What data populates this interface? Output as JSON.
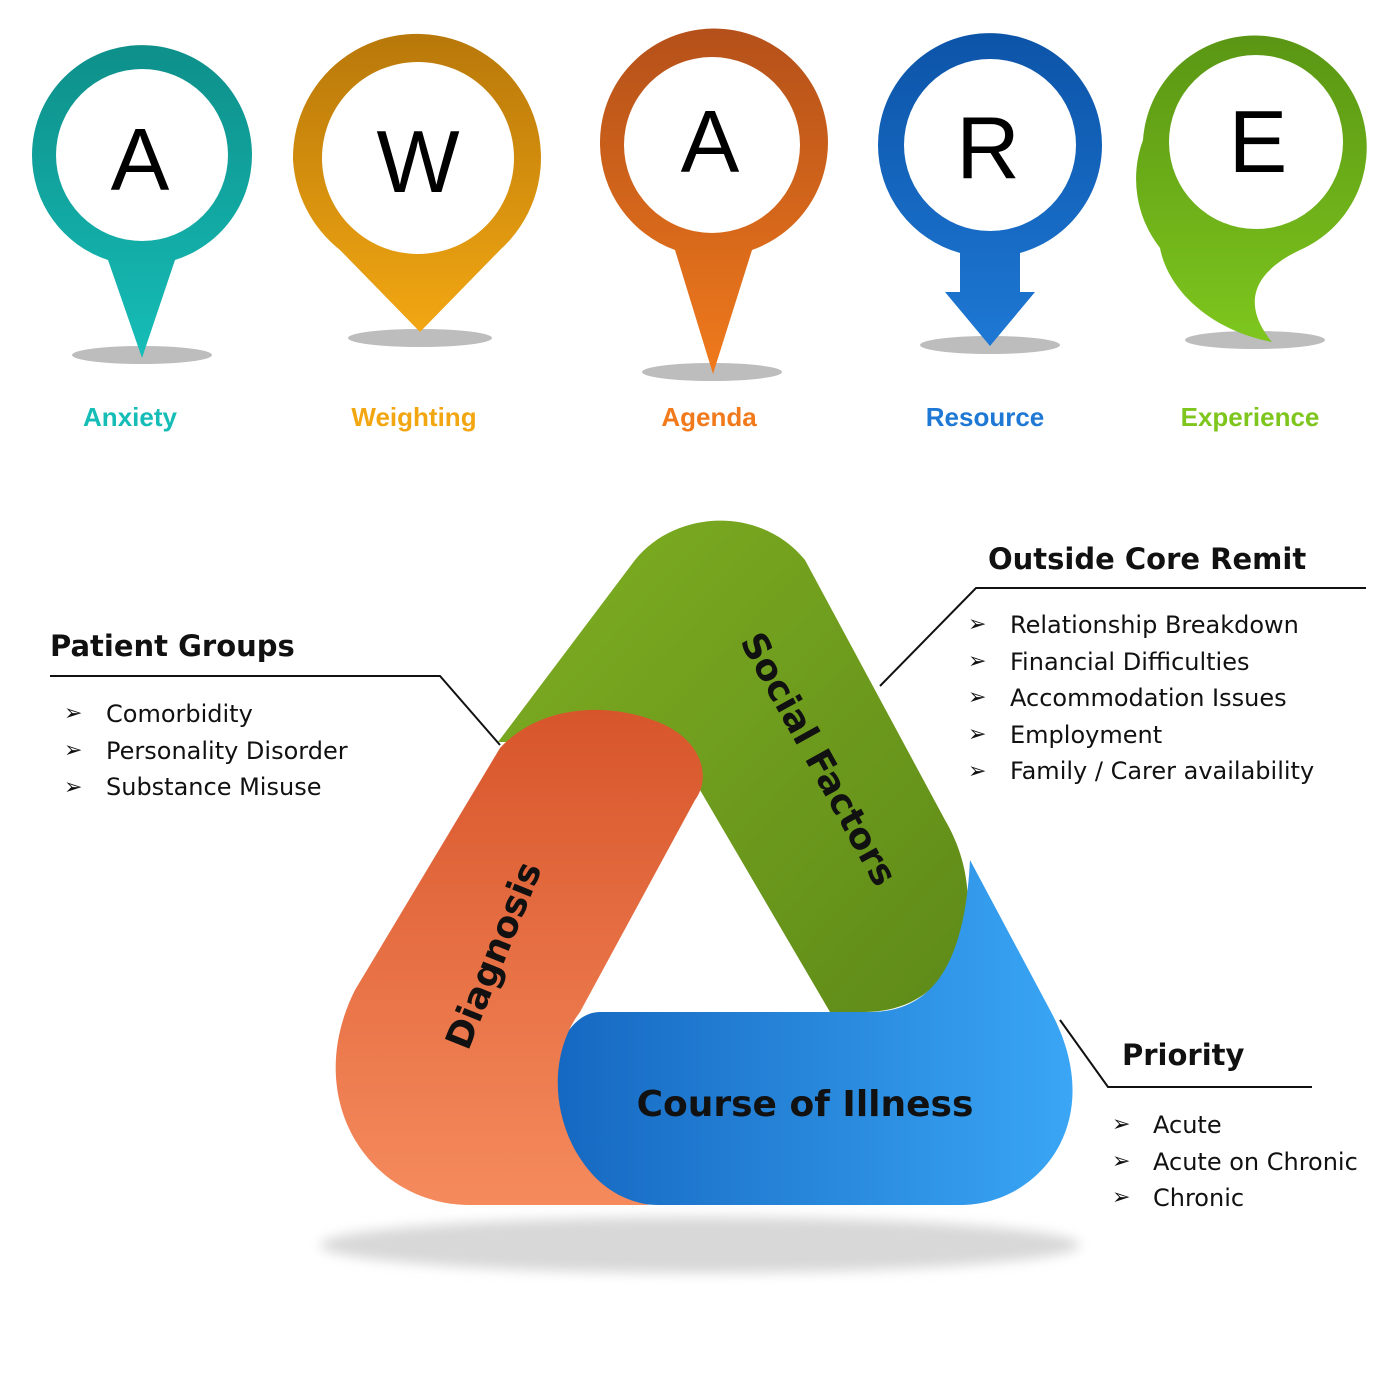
{
  "aware": {
    "pins": [
      {
        "letter": "A",
        "label": "Anxiety",
        "color": "#16bdb7",
        "dark": "#0e8f8a"
      },
      {
        "letter": "W",
        "label": "Weighting",
        "color": "#f2a712",
        "dark": "#b8780a"
      },
      {
        "letter": "A",
        "label": "Agenda",
        "color": "#f07a1c",
        "dark": "#b4501a"
      },
      {
        "letter": "R",
        "label": "Resource",
        "color": "#1e78d4",
        "dark": "#0c54a8"
      },
      {
        "letter": "E",
        "label": "Experience",
        "color": "#7ec61e",
        "dark": "#5a9614"
      }
    ]
  },
  "triangle": {
    "diagnosis": {
      "label": "Diagnosis",
      "color": "#ea6a35"
    },
    "social": {
      "label": "Social Factors",
      "color": "#6e9a1e"
    },
    "course": {
      "label": "Course of Illness",
      "color": "#2d95e8"
    }
  },
  "patient_groups": {
    "heading": "Patient Groups",
    "items": [
      "Comorbidity",
      "Personality Disorder",
      "Substance Misuse"
    ]
  },
  "outside_core_remit": {
    "heading": "Outside Core Remit",
    "items": [
      "Relationship Breakdown",
      "Financial Difficulties",
      "Accommodation Issues",
      "Employment",
      "Family / Carer availability"
    ]
  },
  "priority": {
    "heading": "Priority",
    "items": [
      "Acute",
      "Acute on Chronic",
      "Chronic"
    ]
  },
  "bullet_glyph": "➢"
}
